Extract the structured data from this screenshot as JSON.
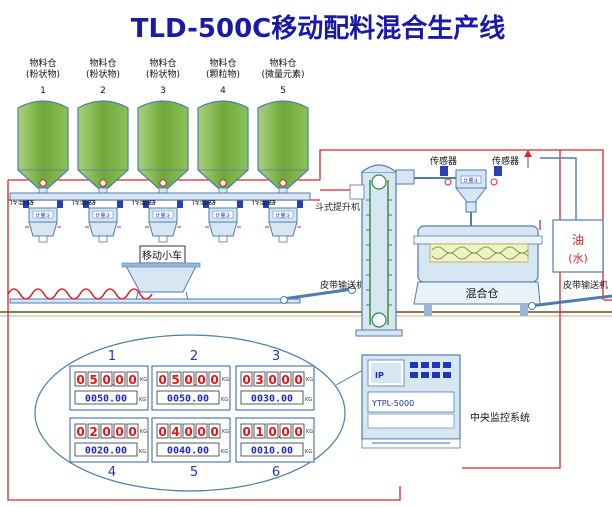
{
  "title": "TLD-500C移动配料混合生产线",
  "silos": [
    {
      "line1": "物料仓",
      "line2": "(粉状物)",
      "number": "1"
    },
    {
      "line1": "物料仓",
      "line2": "(粉状物)",
      "number": "2"
    },
    {
      "line1": "物料仓",
      "line2": "(粉状物)",
      "number": "3"
    },
    {
      "line1": "物料仓",
      "line2": "(颗粒物)",
      "number": "4"
    },
    {
      "line1": "物料仓",
      "line2": "(微量元素)",
      "number": "5"
    }
  ],
  "labels": {
    "sensor": "传感器",
    "scale": "计量斗",
    "cart": "移动小车",
    "elevator": "斗式提升机",
    "belt": "皮带输送机",
    "mixer": "混合仓",
    "oil_line1": "油",
    "oil_line2": "(水)",
    "belt_right": "皮带输送机",
    "control_system": "中央监控系统",
    "controller_model": "YTPL-5000",
    "controller_ip": "IP",
    "unit": "KG"
  },
  "panels": [
    {
      "number": "1",
      "setpoint": [
        "0",
        "5",
        "0",
        "0",
        "0"
      ],
      "actual": "0050.00"
    },
    {
      "number": "2",
      "setpoint": [
        "0",
        "5",
        "0",
        "0",
        "0"
      ],
      "actual": "0050.00"
    },
    {
      "number": "3",
      "setpoint": [
        "0",
        "3",
        "0",
        "0",
        "0"
      ],
      "actual": "0030.00"
    },
    {
      "number": "4",
      "setpoint": [
        "0",
        "2",
        "0",
        "0",
        "0"
      ],
      "actual": "0020.00"
    },
    {
      "number": "5",
      "setpoint": [
        "0",
        "4",
        "0",
        "0",
        "0"
      ],
      "actual": "0040.00"
    },
    {
      "number": "6",
      "setpoint": [
        "0",
        "1",
        "0",
        "0",
        "0"
      ],
      "actual": "0010.00"
    }
  ],
  "colors": {
    "title": "#1a1aa8",
    "material": "#7cb548",
    "steel": "#d7e6f3",
    "outline": "#4f7cae",
    "wire": "#d9262a",
    "ground": "#a08c6a",
    "digit_red": "#e0161b",
    "digit_blue": "#1c2bc4"
  }
}
